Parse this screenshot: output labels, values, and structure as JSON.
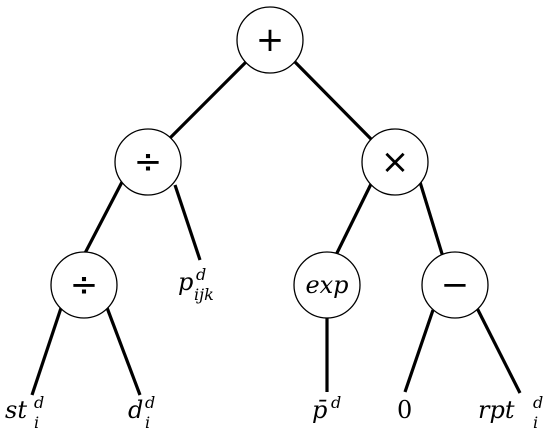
{
  "nodes": {
    "root": {
      "label": "+"
    },
    "left_div": {
      "label": "÷"
    },
    "right_mul": {
      "label": "×"
    },
    "inner_div": {
      "label": "÷"
    },
    "exp": {
      "label": "exp"
    },
    "minus": {
      "label": "−"
    }
  },
  "leaves": {
    "st": {
      "main": "st",
      "sub": "i",
      "sup": "d"
    },
    "d": {
      "main": "d",
      "sub": "i",
      "sup": "d"
    },
    "p": {
      "main": "p",
      "sub": "ijk",
      "sup": "d"
    },
    "pbar": {
      "main": "p̄",
      "sup": "d"
    },
    "zero": {
      "main": "0"
    },
    "rpt": {
      "main": "rpt",
      "sub": "i",
      "sup": "d"
    }
  }
}
